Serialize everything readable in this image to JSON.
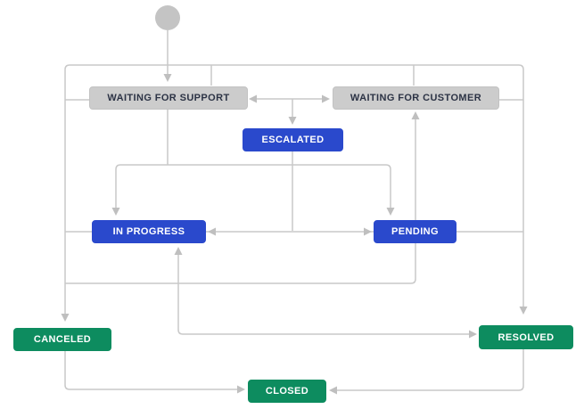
{
  "diagram_type": "workflow",
  "colors": {
    "status_gray": "#cccccc",
    "status_blue": "#2a49cc",
    "status_green": "#0d8c5f",
    "connector_gray": "#c9c9c9",
    "gray_label_text": "#2c3345",
    "colored_label_text": "#ffffff",
    "background": "#ffffff"
  },
  "start_node": {
    "shape": "circle",
    "color": "#c4c4c4"
  },
  "nodes": [
    {
      "id": "waiting-for-support",
      "label": "WAITING FOR SUPPORT",
      "category": "gray",
      "color": "#cccccc"
    },
    {
      "id": "waiting-for-customer",
      "label": "WAITING FOR CUSTOMER",
      "category": "gray",
      "color": "#cccccc"
    },
    {
      "id": "escalated",
      "label": "ESCALATED",
      "category": "blue",
      "color": "#2a49cc"
    },
    {
      "id": "in-progress",
      "label": "IN PROGRESS",
      "category": "blue",
      "color": "#2a49cc"
    },
    {
      "id": "pending",
      "label": "PENDING",
      "category": "blue",
      "color": "#2a49cc"
    },
    {
      "id": "canceled",
      "label": "CANCELED",
      "category": "green",
      "color": "#0d8c5f"
    },
    {
      "id": "resolved",
      "label": "RESOLVED",
      "category": "green",
      "color": "#0d8c5f"
    },
    {
      "id": "closed",
      "label": "CLOSED",
      "category": "green",
      "color": "#0d8c5f"
    }
  ],
  "transitions": [
    {
      "from": "start",
      "to": "waiting-for-support"
    },
    {
      "from": "waiting-for-customer",
      "to": "waiting-for-support"
    },
    {
      "from": "waiting-for-support",
      "to": "waiting-for-customer"
    },
    {
      "from": "waiting-for-support, waiting-for-customer",
      "to": "escalated"
    },
    {
      "from": "waiting-for-support",
      "to": "in-progress"
    },
    {
      "from": "waiting-for-support",
      "to": "pending"
    },
    {
      "from": "escalated",
      "to": "in-progress"
    },
    {
      "from": "pending",
      "to": "in-progress"
    },
    {
      "from": "in-progress",
      "to": "pending"
    },
    {
      "from": "pending",
      "to": "waiting-for-customer"
    },
    {
      "from": "resolved",
      "to": "in-progress"
    },
    {
      "from": "in-progress",
      "to": "resolved"
    },
    {
      "from": "waiting-for-support, in-progress, pending",
      "to": "canceled"
    },
    {
      "from": "waiting-for-customer, pending",
      "to": "resolved"
    },
    {
      "from": "canceled",
      "to": "closed"
    },
    {
      "from": "resolved",
      "to": "closed"
    }
  ]
}
